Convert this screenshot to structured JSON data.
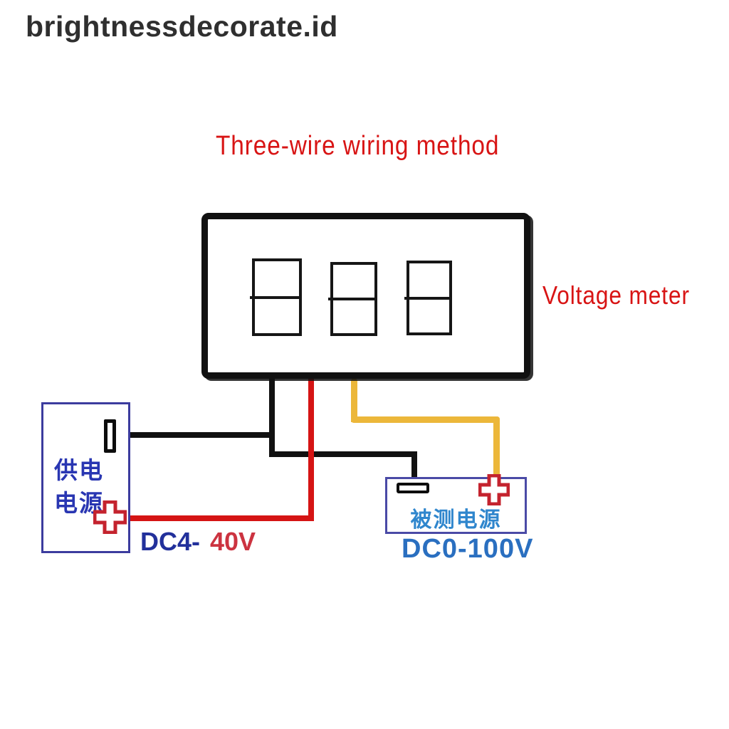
{
  "watermark": {
    "text": "brightnessdecorate.id",
    "color": "#2f2f2f"
  },
  "diagram": {
    "title": {
      "text": "Three-wire wiring method",
      "color": "#d81414"
    },
    "meter": {
      "label": "Voltage meter",
      "label_color": "#d81414",
      "display_digits": "888"
    },
    "icons": {
      "minus_terminal": "−",
      "plus_terminal": "+"
    },
    "power_supply": {
      "name_line1": "供电",
      "name_line2": "电源",
      "name_color": "#2936b2",
      "rating_prefix": "DC4-",
      "rating_prefix_color": "#22309b",
      "rating_value": "40V",
      "rating_value_color": "#cc3340"
    },
    "measured_source": {
      "name": "被测电源",
      "name_color": "#2f86cd",
      "rating": "DC0-100V",
      "rating_color": "#2a6fc0"
    },
    "wires": {
      "ground_black": "#111111",
      "power_red": "#d51414",
      "measure_yellow": "#ecb73a"
    }
  }
}
